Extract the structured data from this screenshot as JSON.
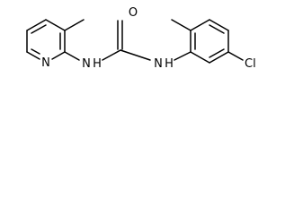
{
  "molecule": {
    "atom_labels": {
      "pyridine_n": "N",
      "amine_n1": "N",
      "amine_h1": "H",
      "carbonyl_o": "O",
      "amine_n2": "N",
      "amine_h2": "H",
      "chlorine": "Cl"
    },
    "colors": {
      "bond": "#000000",
      "text": "#000000",
      "background": "#ffffff"
    }
  }
}
